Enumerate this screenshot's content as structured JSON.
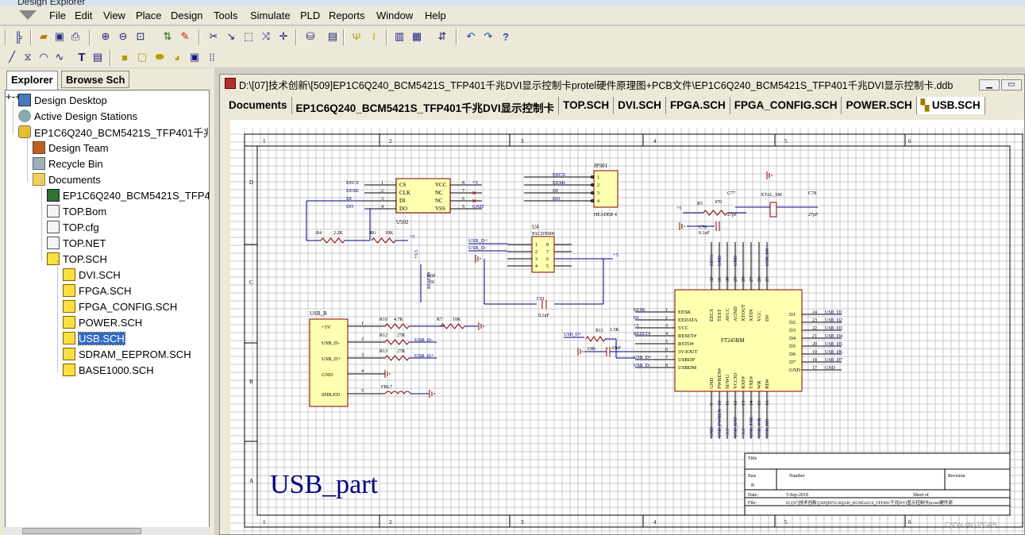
{
  "app": {
    "title": "Design Explorer"
  },
  "menu": [
    "File",
    "Edit",
    "View",
    "Place",
    "Design",
    "Tools",
    "Simulate",
    "PLD",
    "Reports",
    "Window",
    "Help"
  ],
  "left": {
    "tabs": [
      "Explorer",
      "Browse Sch"
    ],
    "tree": [
      {
        "label": "Design Desktop",
        "icon": "desktop-icon"
      },
      {
        "label": "Active Design Stations",
        "icon": "network-icon"
      },
      {
        "label": "EP1C6Q240_BCM5421S_TFP401千兆I",
        "icon": "database-icon"
      },
      {
        "label": "Design Team",
        "icon": "team-icon"
      },
      {
        "label": "Recycle Bin",
        "icon": "recycle-bin-icon"
      },
      {
        "label": "Documents",
        "icon": "folder-icon"
      },
      {
        "label": "EP1C6Q240_BCM5421S_TFP40",
        "icon": "pcb-icon"
      },
      {
        "label": "TOP.Bom",
        "icon": "document-icon"
      },
      {
        "label": "TOP.cfg",
        "icon": "document-icon"
      },
      {
        "label": "TOP.NET",
        "icon": "document-icon"
      },
      {
        "label": "TOP.SCH",
        "icon": "schematic-icon"
      },
      {
        "label": "DVI.SCH",
        "icon": "schematic-icon"
      },
      {
        "label": "FPGA.SCH",
        "icon": "schematic-icon"
      },
      {
        "label": "FPGA_CONFIG.SCH",
        "icon": "schematic-icon"
      },
      {
        "label": "POWER.SCH",
        "icon": "schematic-icon"
      },
      {
        "label": "USB.SCH",
        "icon": "schematic-icon"
      },
      {
        "label": "SDRAM_EEPROM.SCH",
        "icon": "schematic-icon"
      },
      {
        "label": "BASE1000.SCH",
        "icon": "schematic-icon"
      }
    ],
    "selected": "USB.SCH"
  },
  "doc": {
    "path": "D:\\[07]技术创新\\[509]EP1C6Q240_BCM5421S_TFP401千兆DVI显示控制卡protel硬件原理图+PCB文件\\EP1C6Q240_BCM5421S_TFP401千兆DVI显示控制卡.ddb",
    "tabs": [
      "Documents",
      "EP1C6Q240_BCM5421S_TFP401千兆DVI显示控制卡",
      "TOP.SCH",
      "DVI.SCH",
      "FPGA.SCH",
      "FPGA_CONFIG.SCH",
      "POWER.SCH",
      "USB.SCH"
    ],
    "active_tab": "USB.SCH"
  },
  "schematic": {
    "big_label": "USB_part",
    "col_nums": [
      "1",
      "2",
      "3",
      "4",
      "5",
      "6"
    ],
    "row_letters": [
      "D",
      "C",
      "B",
      "A"
    ],
    "u502": {
      "ref": "U502",
      "pins_l": [
        "CS",
        "CLK",
        "DI",
        "DO"
      ],
      "pins_r": [
        "VCC",
        "NC",
        "NC",
        "VSS"
      ],
      "nums_l": [
        "1",
        "2",
        "3",
        "4"
      ],
      "nums_r": [
        "8",
        "7",
        "6",
        "5"
      ],
      "nets_l": [
        "EECS",
        "EESK",
        "DI",
        "DO"
      ],
      "nets_r": [
        "+5",
        "GND"
      ]
    },
    "jp501": {
      "ref": "JP501",
      "name": "HEADER 4",
      "nets": [
        "EECS",
        "EESK",
        "DI",
        "DO"
      ],
      "pins": [
        "1",
        "2",
        "3",
        "4"
      ]
    },
    "u4": {
      "ref": "U4",
      "name": "PACDN006",
      "nets": [
        "USB_D+",
        "USB_D-"
      ],
      "pins_l": [
        "1",
        "2",
        "3",
        "4"
      ],
      "pins_r": [
        "8",
        "7",
        "6",
        "5"
      ],
      "pwr": "+5"
    },
    "usb_b": {
      "ref": "USB_B",
      "pins": [
        "+5V",
        "USB_D-",
        "USB_D+",
        "GND",
        "SHILED"
      ],
      "nums": [
        "1",
        "2",
        "3",
        "4",
        "5"
      ]
    },
    "resistors": [
      {
        "ref": "R4",
        "val": "2.2K"
      },
      {
        "ref": "R6",
        "val": "10K"
      },
      {
        "ref": "R5",
        "val": "470"
      },
      {
        "ref": "R68",
        "val": "1K"
      },
      {
        "ref": "R7",
        "val": "10K"
      },
      {
        "ref": "R10",
        "val": "4.7K"
      },
      {
        "ref": "R12",
        "val": "27R"
      },
      {
        "ref": "R13",
        "val": "27R"
      },
      {
        "ref": "R11",
        "val": "1.5K"
      }
    ],
    "caps": [
      {
        "ref": "C77",
        "val": "27pF"
      },
      {
        "ref": "C78",
        "val": "27pF"
      },
      {
        "ref": "C79",
        "val": "0.1uF"
      },
      {
        "ref": "C91",
        "val": "0.1uF"
      },
      {
        "ref": "C86",
        "val": "33nF"
      }
    ],
    "crystal": "XTAL_6M",
    "ferrite": "FBL7",
    "ft245": {
      "name": "FT245BM",
      "left": [
        "EESK",
        "EEDATA",
        "VCC",
        "RESET#",
        "RSTO#",
        "3V3OUT",
        "USBDP",
        "USBDM"
      ],
      "left_nums": [
        "1",
        "2",
        "3",
        "4",
        "5",
        "6",
        "7",
        "8"
      ],
      "left_nets": [
        "EESK",
        "DI",
        "+5",
        "RESET#",
        "",
        "",
        "USB_D+",
        "USB_D-"
      ],
      "right": [
        "D1",
        "D2",
        "D3",
        "D4",
        "D5",
        "D6",
        "D7",
        "GND"
      ],
      "right_nums": [
        "24",
        "23",
        "22",
        "21",
        "20",
        "19",
        "18",
        "17"
      ],
      "right_nets": [
        "USB_D1",
        "USB_D2",
        "USB_D3",
        "USB_D4",
        "USB_D5",
        "USB_D6",
        "USB_D7",
        "GND"
      ],
      "top": [
        "EECS",
        "TEST",
        "AVCC",
        "AGND",
        "XTOUT",
        "XTIN",
        "VCC",
        "D0"
      ],
      "top_nums": [
        "32",
        "31",
        "30",
        "29",
        "28",
        "27",
        "26",
        "25"
      ],
      "top_nets": [
        "EECS",
        "GND",
        "",
        "GND",
        "",
        "",
        "",
        "USB_D0"
      ],
      "bot": [
        "GND",
        "PWREN#",
        "SI/WU",
        "VCCIO",
        "RXF#",
        "TXE#",
        "WR",
        "RD#"
      ],
      "bot_nums": [
        "9",
        "10",
        "11",
        "12",
        "13",
        "14",
        "15",
        "16"
      ],
      "bot_nets": [
        "GND",
        "USB_PWREN",
        "+3.3",
        "USB_RXF",
        "+3.3",
        "USB_TXE",
        "USB_WR",
        "USB_RD"
      ]
    },
    "vcc_label": "+3.3",
    "reset_net": "RESET#",
    "titleblock": {
      "title": "Title",
      "size_l": "Size",
      "size": "B",
      "number": "Number",
      "revision": "Revision",
      "date_l": "Date:",
      "date": "5-Sep-2018",
      "sheet": "Sheet    of",
      "file_l": "File:",
      "file": "D:\\[07]技术创新\\[509]EP1C6Q240_BCM5421S_TFP401千兆DVI显示控制卡protel硬件原"
    },
    "watermark": "CSDN @GJZGRB"
  }
}
